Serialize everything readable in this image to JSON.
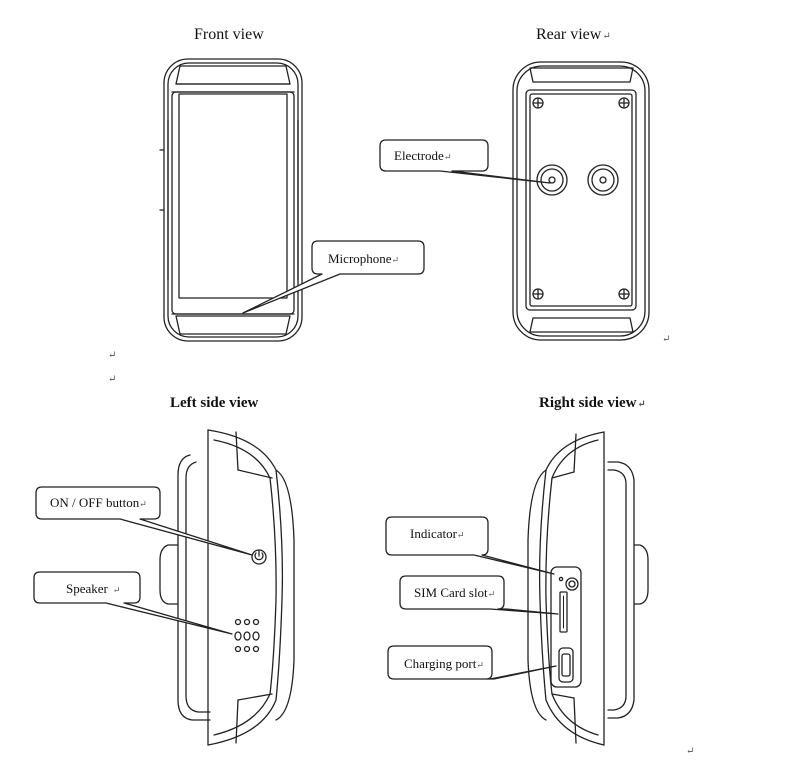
{
  "views": {
    "front": "Front view",
    "rear": "Rear view",
    "left": "Left side view",
    "right": "Right side view"
  },
  "callouts": {
    "electrode": "Electrode",
    "microphone": "Microphone",
    "on_off_button": "ON / OFF button",
    "speaker": "Speaker",
    "indicator": "Indicator",
    "sim_card_slot": "SIM Card slot",
    "charging_port": "Charging port"
  },
  "return_mark": "↵"
}
